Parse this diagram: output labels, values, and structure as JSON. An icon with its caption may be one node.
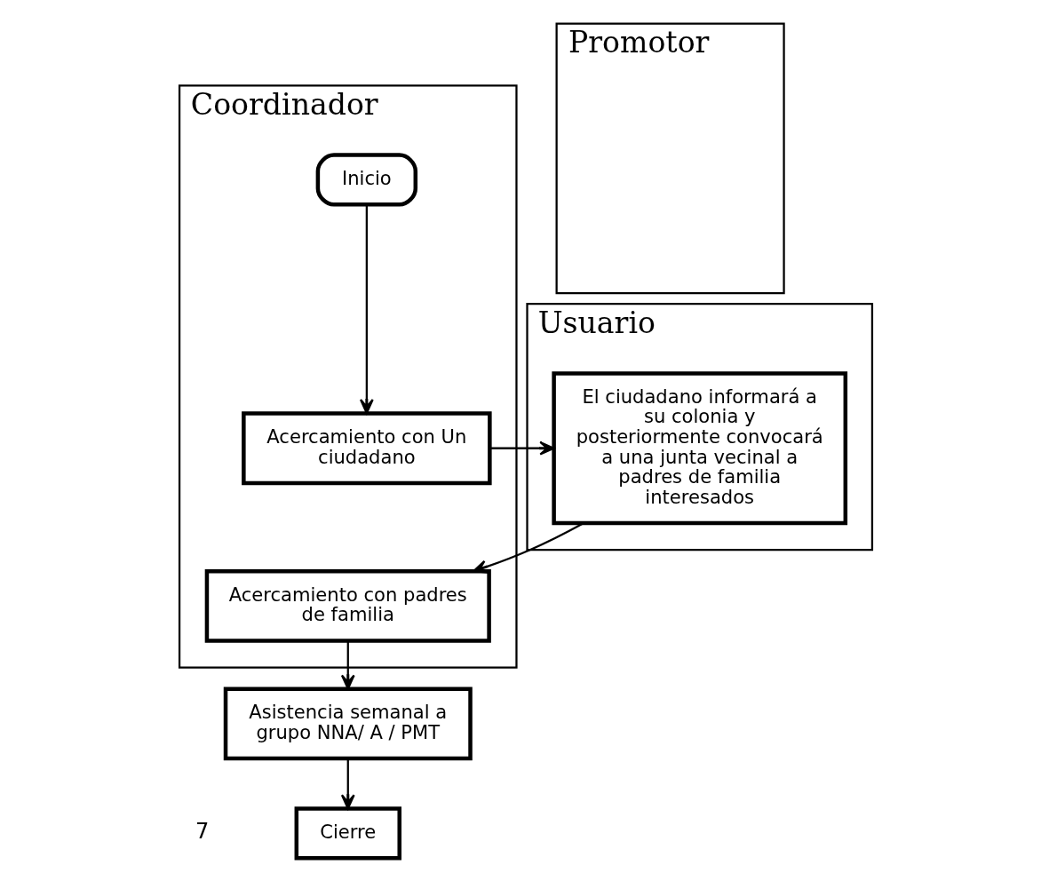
{
  "diagram": {
    "nodes": [
      {
        "text": [
          "Usuario"
        ]
      },
      {
        "text": [
          "Promotor"
        ]
      },
      {
        "text": [
          "Coordinador"
        ]
      },
      {
        "text": [
          "El ciudadano informará a su colonia y posteriormente convocará a una junta vecinal a padres de familia interesados"
        ],
        "in": 0
      },
      {
        "text": [
          "Inicio"
        ],
        "in": 2
      },
      {
        "text": [
          "Acercamiento con Un ciudadano"
        ],
        "in": 2
      },
      {
        "text": [
          "Acercamiento con padres de familia"
        ],
        "in": 2
      },
      {
        "text": [
          "Asistencia semanal a grupo NNA/ A / PMT"
        ]
      },
      {
        "text": [
          "Cierre"
        ]
      }
    ],
    "edges": [
      {
        "from": 4,
        "to": 5,
        "arrow": "to"
      },
      {
        "from": 5,
        "to": 3,
        "arrow": "to"
      },
      {
        "from": 3,
        "to": 6,
        "arrow": "to"
      },
      {
        "from": 6,
        "to": 7,
        "arrow": "to"
      },
      {
        "from": 7,
        "to": 8,
        "arrow": "to"
      }
    ],
    "labels": [
      "7"
    ]
  }
}
